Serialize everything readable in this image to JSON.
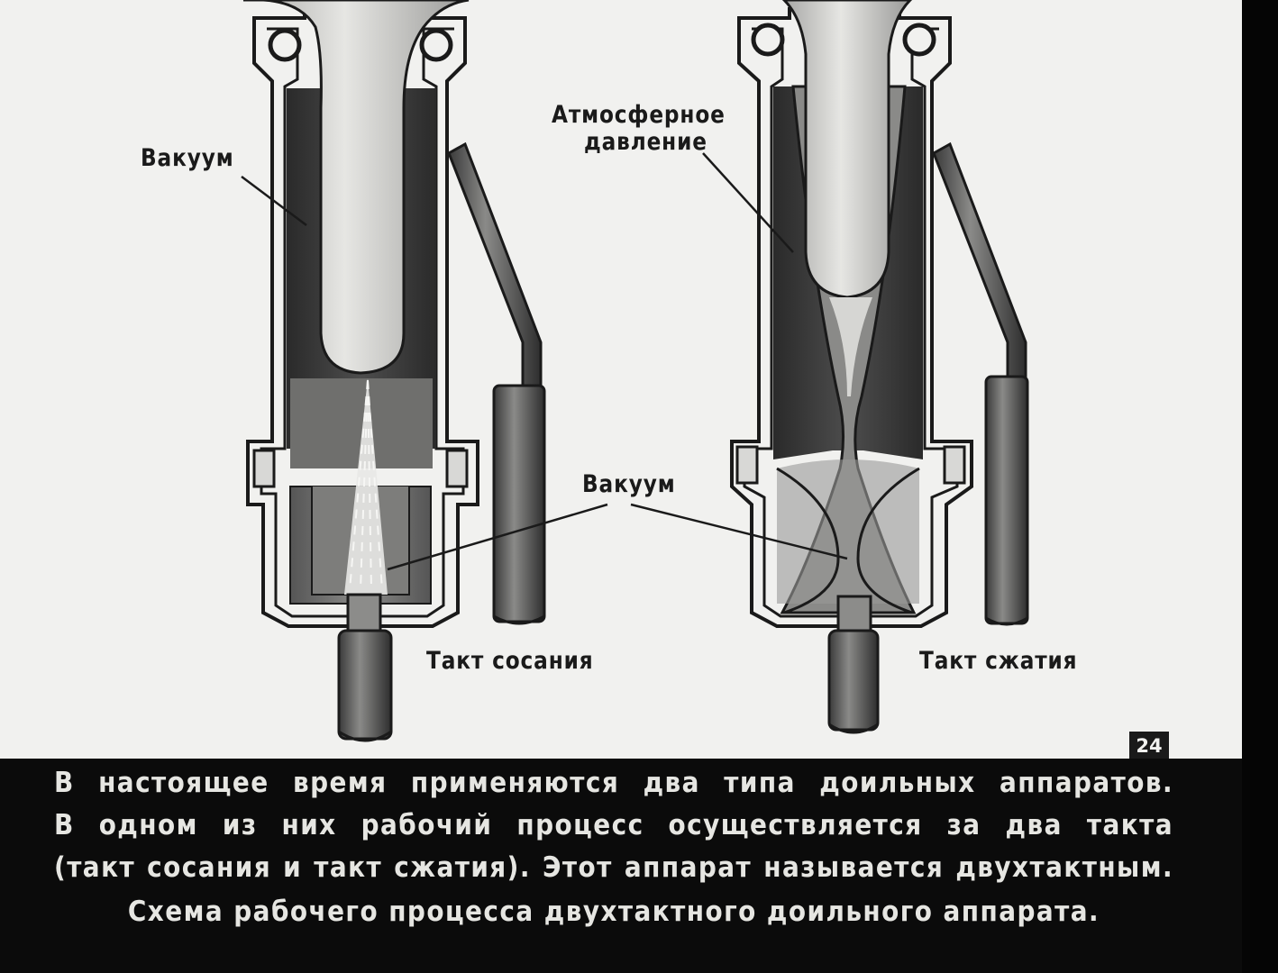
{
  "labels": {
    "left_vacuum": "Вакуум",
    "atmospheric_line1": "Атмосферное",
    "atmospheric_line2": "давление",
    "center_vacuum": "Вакуум",
    "suction_stroke": "Такт сосания",
    "compression_stroke": "Такт сжатия"
  },
  "slide_number": "24",
  "caption": {
    "line1": "В настоящее время применяются два типа доильных аппаратов.",
    "line2": "В одном из них рабочий процесс осуществляется за два такта",
    "line3": "(такт сосания и такт сжатия). Этот аппарат называется двухтактным.",
    "line4": "Схема рабочего процесса двухтактного доильного аппарата."
  },
  "colors": {
    "slide_background": "#f1f1ef",
    "caption_background": "#0b0b0b",
    "ink": "#1a1a1a"
  }
}
